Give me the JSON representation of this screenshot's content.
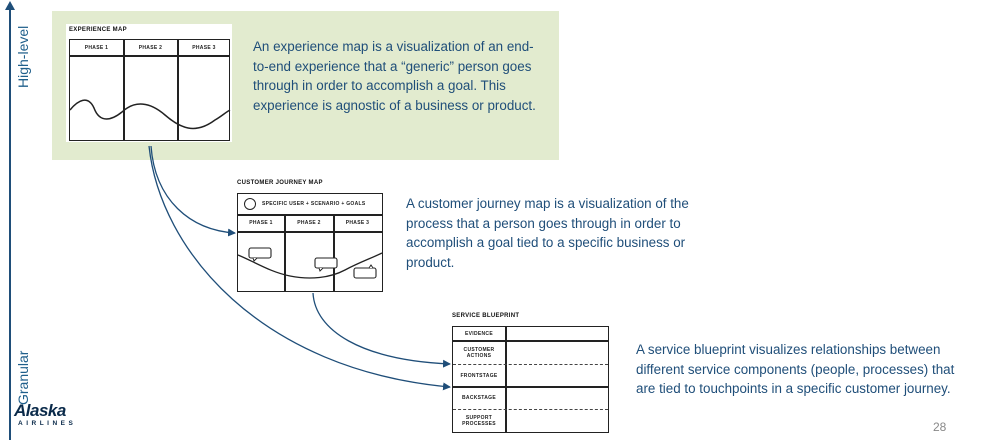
{
  "axis": {
    "top_label": "High-level",
    "bottom_label": "Granular",
    "color": "#1f4e79"
  },
  "logo": {
    "name": "Alaska",
    "subtitle": "AIRLINES"
  },
  "experience_map": {
    "title": "EXPERIENCE MAP",
    "phases": [
      "PHASE 1",
      "PHASE 2",
      "PHASE 3"
    ],
    "description": "An experience map is a visualization of an end-to-end experience that a “generic” person goes through in order to accomplish a goal. This experience is agnostic of a business or product.",
    "highlight_color": "#e2ebcf"
  },
  "customer_journey_map": {
    "title": "CUSTOMER JOURNEY MAP",
    "persona_row": "SPECIFIC USER + SCENARIO + GOALS",
    "phases": [
      "PHASE 1",
      "PHASE 2",
      "PHASE 3"
    ],
    "description": "A customer journey map is a visualization of the process that a person goes through in order to accomplish a goal tied to a specific business or product."
  },
  "service_blueprint": {
    "title": "SERVICE BLUEPRINT",
    "rows": [
      "EVIDENCE",
      "CUSTOMER ACTIONS",
      "FRONTSTAGE",
      "BACKSTAGE",
      "SUPPORT PROCESSES"
    ],
    "description": "A service blueprint visualizes relationships between different service components (people, processes) that are tied to touchpoints in a specific customer journey."
  },
  "connectors": [
    {
      "from": "experience_map",
      "to": "customer_journey_map"
    },
    {
      "from": "experience_map",
      "to": "service_blueprint.backstage"
    },
    {
      "from": "customer_journey_map",
      "to": "service_blueprint.frontstage"
    }
  ],
  "page_number": "28"
}
